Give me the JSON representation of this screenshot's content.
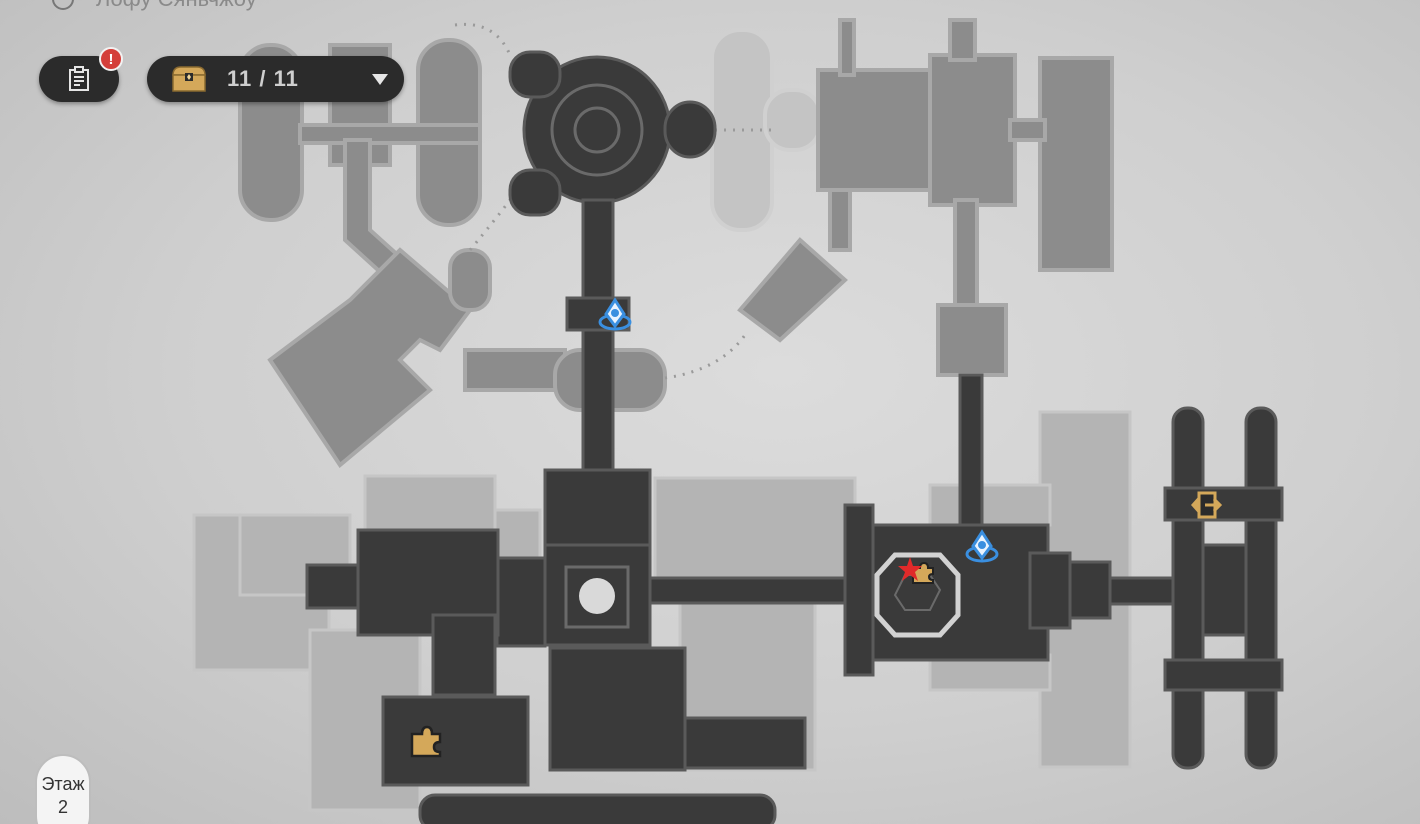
{
  "header": {
    "location_name": "Лофу Сяньчжоу",
    "location_icon": "location-pin-icon"
  },
  "mission_button": {
    "icon": "mission-log-icon",
    "badge_text": "!"
  },
  "chest_counter": {
    "icon": "treasure-chest-icon",
    "count": "11 / 11",
    "collected": 11,
    "total": 11,
    "dropdown_icon": "caret-down-icon"
  },
  "floor_selector": {
    "label": "Этаж",
    "floor": "2"
  },
  "markers": {
    "teleport": "space-anchor-icon",
    "puzzle": "puzzle-icon",
    "player": "player-star-icon",
    "exit": "exit-door-icon"
  },
  "colors": {
    "background": "#cfcfcf",
    "explored_area": "#3a3a3a",
    "unexplored_area": "#8c8c8c",
    "faded_area": "#b4b4b4",
    "teleport_accent": "#3a8fe0",
    "puzzle_accent": "#d4a85a",
    "player_accent": "#e02a2a",
    "hud_panel": "#2b2b2b",
    "alert": "#d43f3a"
  }
}
